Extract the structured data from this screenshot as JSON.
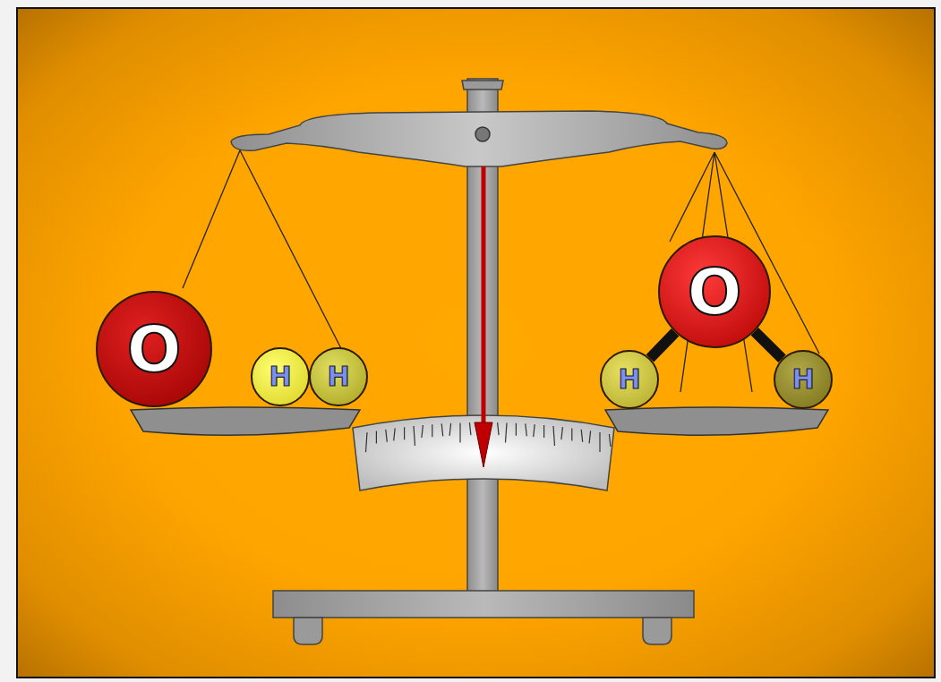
{
  "diagram": {
    "nodes": [
      {
        "text": [
          "O"
        ]
      },
      {
        "text": [
          "H"
        ]
      },
      {
        "text": [
          "H"
        ]
      },
      {
        "text": [
          "O"
        ]
      },
      {
        "text": [
          "H"
        ]
      },
      {
        "text": [
          "H"
        ]
      }
    ],
    "edges": [
      {
        "from": 3,
        "to": 4,
        "arrow": "none"
      },
      {
        "from": 3,
        "to": 5,
        "arrow": "none"
      }
    ]
  }
}
